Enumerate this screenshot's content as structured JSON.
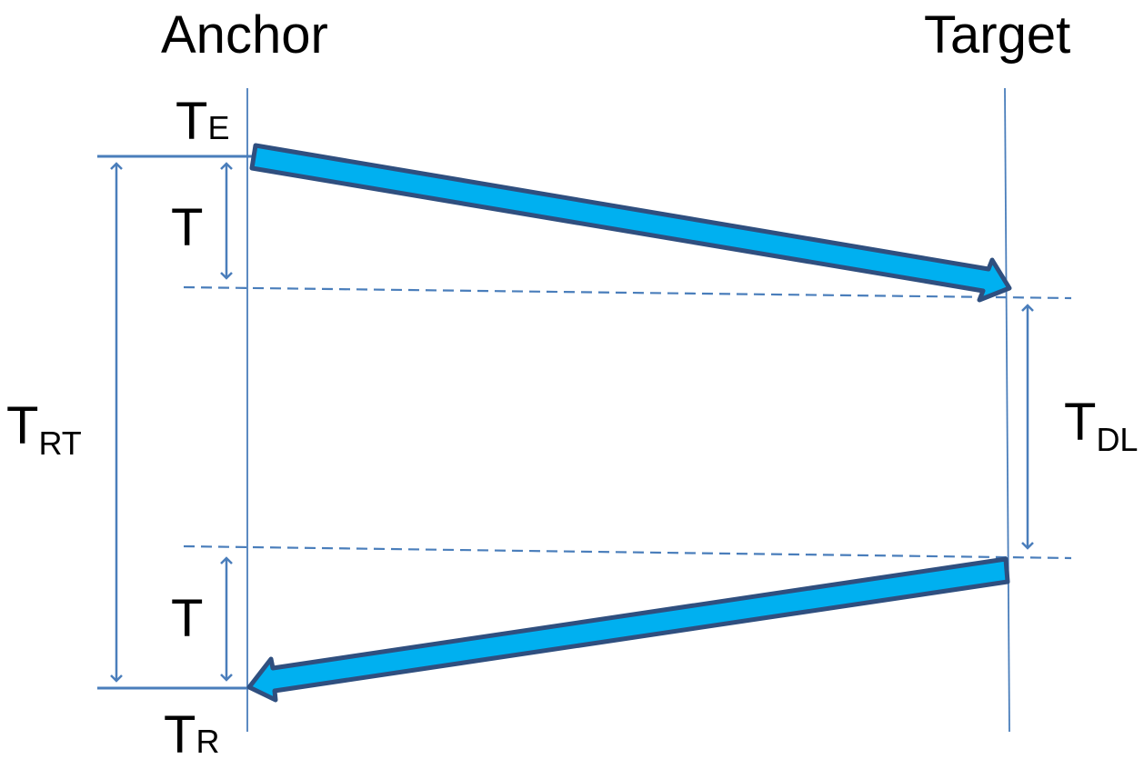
{
  "labels": {
    "anchor": "Anchor",
    "target": "Target",
    "te_base": "T",
    "te_sub": "E",
    "tr_base": "T",
    "tr_sub": "R",
    "t_top": "T",
    "t_bottom": "T",
    "trt_base": "T",
    "trt_sub": "RT",
    "tdl_base": "T",
    "tdl_sub": "DL"
  },
  "colors": {
    "line": "#4a7ebb",
    "arrow_fill": "#00b0f0",
    "arrow_border": "#2f4f7f",
    "text": "#000000"
  }
}
